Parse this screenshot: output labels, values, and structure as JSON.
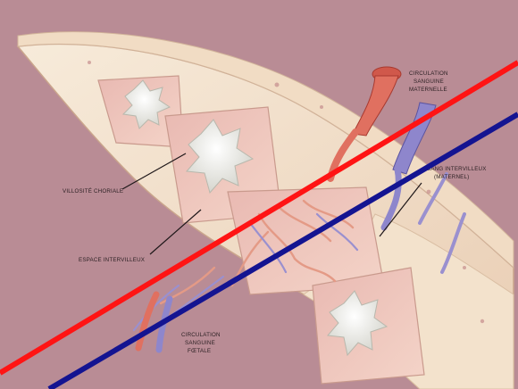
{
  "labels": {
    "villosite_choriale": "VILLOSITÉ CHORIALE",
    "espace_intervilleux": "ESPACE INTERVILLEUX",
    "circ_maternelle_1": "CIRCULATION",
    "circ_maternelle_2": "SANGUINE",
    "circ_maternelle_3": "MATERNELLE",
    "sang_intervilleux_1": "SANG INTERVILLEUX",
    "sang_intervilleux_2": "(MATERNEL)",
    "circ_foetale_1": "CIRCULATION",
    "circ_foetale_2": "SANGUINE",
    "circ_foetale_3": "FŒTALE"
  },
  "colors": {
    "background": "#b98c95",
    "tissue": "#f4e6d2",
    "villus": "#efefea",
    "artery": "#e06a5c",
    "vein": "#8a84c9",
    "annotation_line_red": "#ff1414",
    "annotation_line_blue": "#141491"
  }
}
